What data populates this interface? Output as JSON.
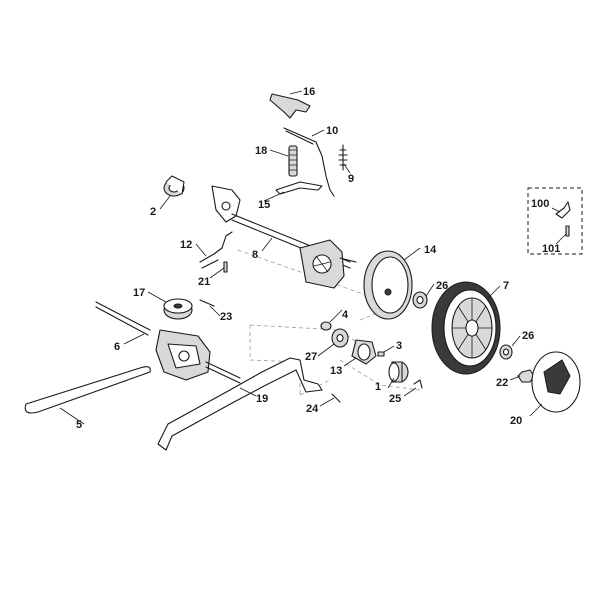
{
  "diagram": {
    "callouts": {
      "c1": "1",
      "c2": "2",
      "c3": "3",
      "c4": "4",
      "c5": "5",
      "c6": "6",
      "c7": "7",
      "c8": "8",
      "c9": "9",
      "c10": "10",
      "c12": "12",
      "c13": "13",
      "c14": "14",
      "c15": "15",
      "c16": "16",
      "c17": "17",
      "c18": "18",
      "c19": "19",
      "c20": "20",
      "c21": "21",
      "c22": "22",
      "c23": "23",
      "c24": "24",
      "c25": "25",
      "c26a": "26",
      "c26b": "26",
      "c27": "27",
      "c100": "100",
      "c101": "101"
    }
  }
}
